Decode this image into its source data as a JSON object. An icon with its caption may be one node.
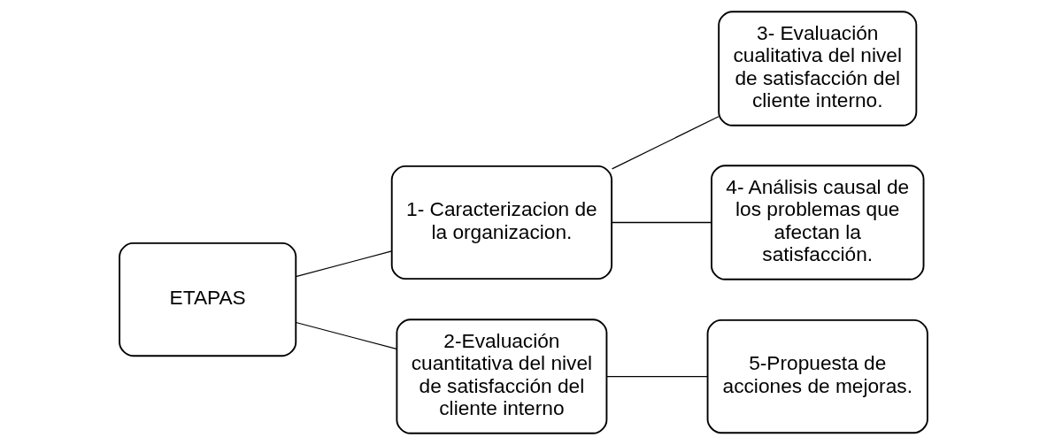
{
  "diagram": {
    "nodes": [
      {
        "text": [
          "ETAPAS"
        ]
      },
      {
        "text": [
          "1- Caracterizacion de la organizacion."
        ]
      },
      {
        "text": [
          "2-Evaluación cuantitativa del nivel de satisfacción del cliente interno"
        ]
      },
      {
        "text": [
          "3- Evaluación cualitativa del nivel de satisfacción del cliente interno."
        ]
      },
      {
        "text": [
          "4- Análisis causal de los problemas que afectan la satisfacción."
        ]
      },
      {
        "text": [
          "5-Propuesta de acciones de mejoras."
        ]
      }
    ],
    "edges": [
      {
        "from": 0,
        "to": 1,
        "arrow": "none"
      },
      {
        "from": 0,
        "to": 2,
        "arrow": "none"
      },
      {
        "from": 1,
        "to": 3,
        "arrow": "none"
      },
      {
        "from": 1,
        "to": 4,
        "arrow": "none"
      },
      {
        "from": 2,
        "to": 5,
        "arrow": "none"
      }
    ]
  }
}
